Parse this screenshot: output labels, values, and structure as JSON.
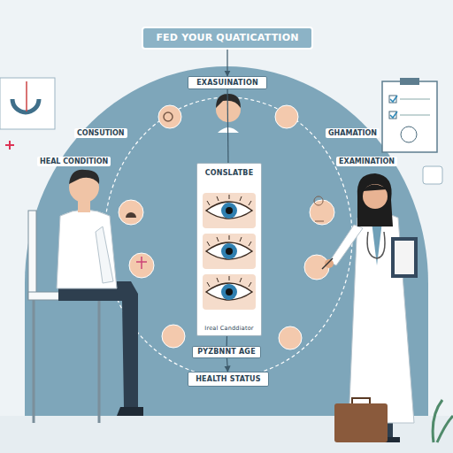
{
  "diagram": {
    "nodes": [
      {
        "text": [
          "FED YOUR QUATICATTION"
        ]
      },
      {
        "text": [
          "EXASUINATION"
        ]
      },
      {
        "text": [
          "CONSLATBE",
          "Ireal Canddiator"
        ]
      },
      {
        "text": [
          "PYZBNNT AGE"
        ]
      },
      {
        "text": [
          "HEALTH STATUS"
        ]
      }
    ],
    "edges": [
      {
        "from": 0,
        "to": 1,
        "arrow": "to"
      },
      {
        "from": 1,
        "to": 2,
        "arrow": "none"
      },
      {
        "from": 2,
        "to": 3,
        "arrow": "none"
      },
      {
        "from": 3,
        "to": 4,
        "arrow": "to"
      }
    ],
    "labels": [
      "CONSUTION",
      "GHAMATION",
      "HEAL CONDITION",
      "EXAMINATION"
    ]
  }
}
